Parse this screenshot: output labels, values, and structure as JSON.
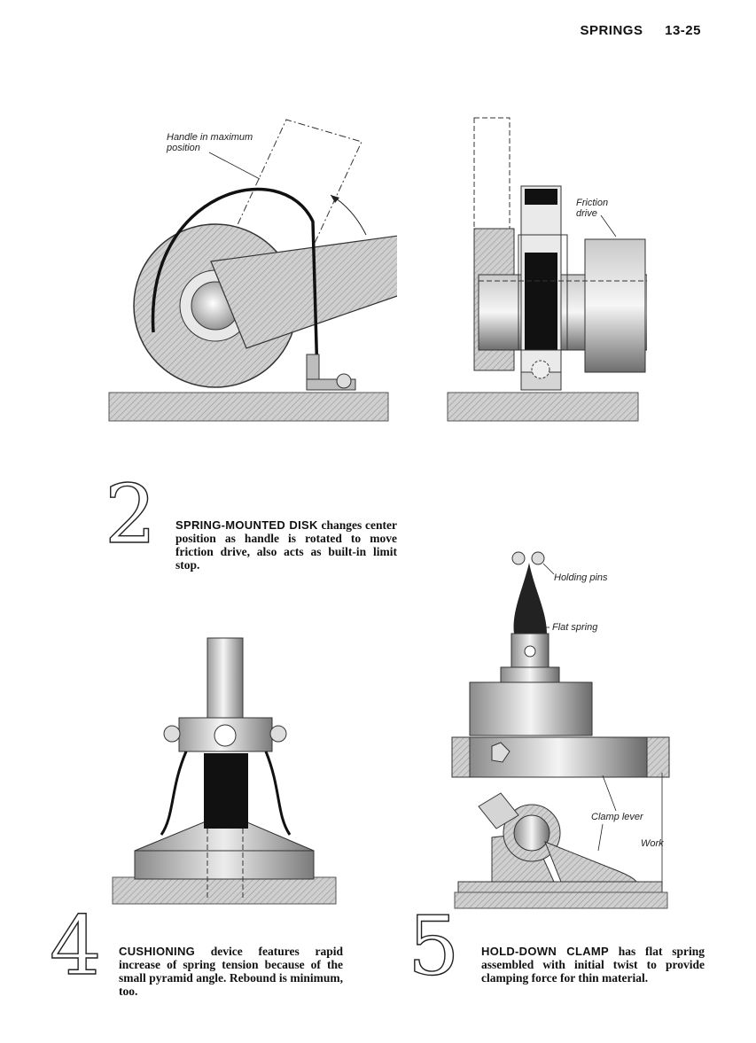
{
  "header": {
    "section": "SPRINGS",
    "page": "13-25"
  },
  "figure2": {
    "number": "2",
    "labels": {
      "handle": "Handle in maximum\nposition",
      "friction": "Friction\ndrive"
    },
    "caption": {
      "lead": "SPRING-MOUNTED DISK",
      "text": " changes center position as handle is rotated to move friction drive, also acts as built-in limit stop."
    }
  },
  "figure4": {
    "number": "4",
    "caption": {
      "lead": "CUSHIONING",
      "text": " device features rapid increase of spring tension because of the small pyramid angle. Rebound is minimum, too."
    }
  },
  "figure5": {
    "number": "5",
    "labels": {
      "holding_pins": "Holding pins",
      "flat_spring": "Flat spring",
      "clamp_lever": "Clamp lever",
      "work": "Work"
    },
    "caption": {
      "lead": "HOLD-DOWN CLAMP",
      "text": " has flat spring assembled with initial twist to provide clamping force for thin material."
    }
  }
}
